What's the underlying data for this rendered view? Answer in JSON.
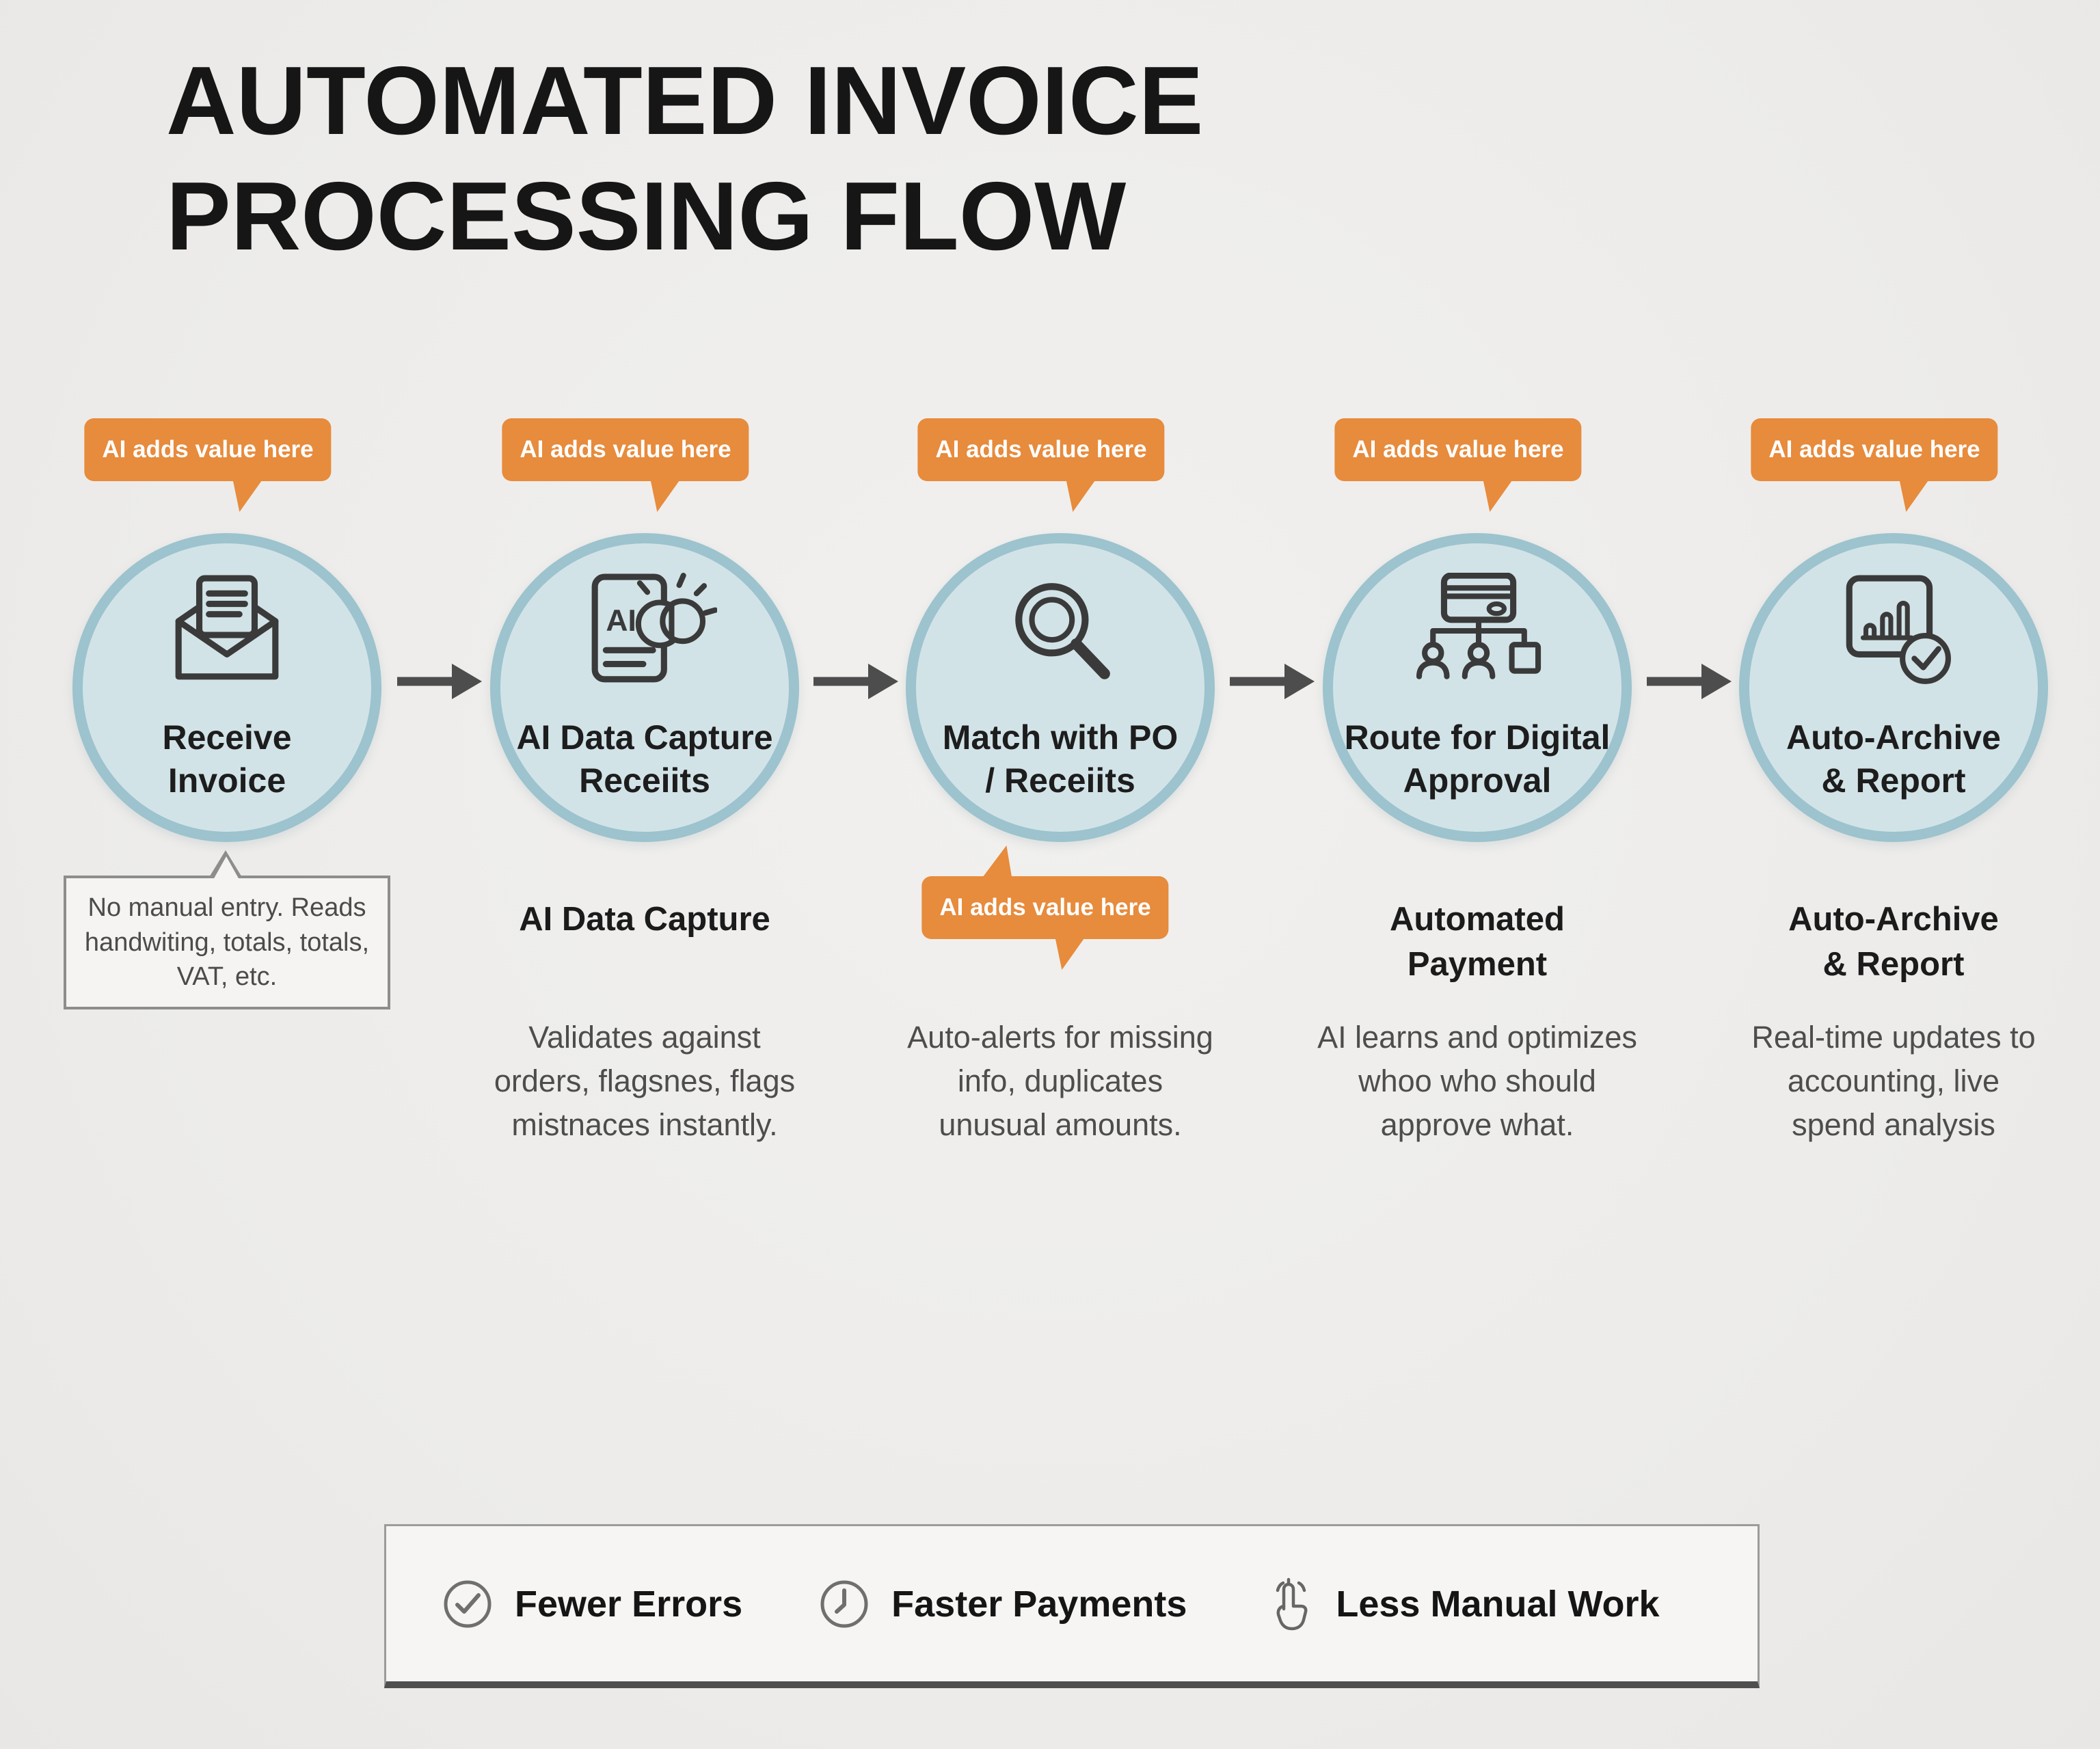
{
  "title": "AUTOMATED INVOICE\nPROCESSING FLOW",
  "colors": {
    "background": "#eeedeb",
    "accent_orange": "#e78b3c",
    "circle_fill": "#d2e3e7",
    "circle_border": "#9cc3ce",
    "arrow_gray": "#4d4d4d",
    "text_dark": "#1b1b1b",
    "text_gray": "#4d4d4d"
  },
  "steps": [
    {
      "icon": "open-envelope-icon",
      "bubble": "AI adds value here",
      "circle_label": "Receive\nInvoice",
      "note": "No manual entry.\nReads handwiting,\ntotals, totals, VAT, etc."
    },
    {
      "icon": "ai-brain-document-icon",
      "bubble": "AI adds value here",
      "circle_label": "AI Data Capture\nReceiits",
      "heading": "AI Data Capture",
      "body": "Validates against\norders, flagsnes, flags\nmistnaces instantly."
    },
    {
      "icon": "magnifier-icon",
      "bubble": "AI adds value here",
      "circle_label": "Match with PO\n/ Receiits",
      "bubble_below": "AI adds value here",
      "body": "Auto-alerts for missing\ninfo, duplicates\nunusual amounts."
    },
    {
      "icon": "card-org-chart-icon",
      "bubble": "AI adds value here",
      "circle_label": "Route for Digital\nApproval",
      "heading": "Automated\nPayment",
      "body": "AI learns and optimizes\nwhoo who should\napprove what."
    },
    {
      "icon": "report-check-icon",
      "bubble": "AI adds value here",
      "circle_label": "Auto-Archive\n& Report",
      "heading": "Auto-Archive\n& Report",
      "body": "Real-time updates to\naccounting, live\nspend analysis"
    }
  ],
  "footer": {
    "items": [
      {
        "icon": "check-circle-icon",
        "label": "Fewer Errors"
      },
      {
        "icon": "clock-icon",
        "label": "Faster Payments"
      },
      {
        "icon": "tap-hand-icon",
        "label": "Less Manual Work"
      }
    ]
  }
}
